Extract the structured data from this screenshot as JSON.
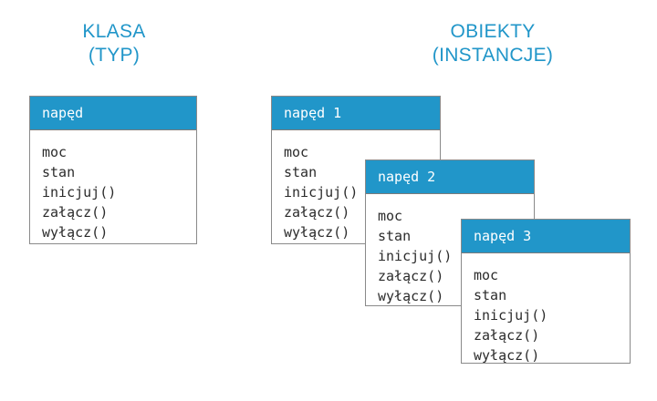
{
  "diagram": {
    "background_color": "#ffffff",
    "accent_color": "#2196c9",
    "border_color": "#8a8a8a",
    "header_text_color": "#ffffff",
    "body_text_color": "#2b2b2b",
    "columns": [
      {
        "id": "class",
        "title_line1": "KLASA",
        "title_line2": "(TYP)"
      },
      {
        "id": "objects",
        "title_line1": "OBIEKTY",
        "title_line2": "(INSTANCJE)"
      }
    ],
    "class_box": {
      "name": "napęd",
      "members": [
        "moc",
        "stan",
        "inicjuj()",
        "załącz()",
        "wyłącz()"
      ]
    },
    "instance_boxes": [
      {
        "name": "napęd 1",
        "members": [
          "moc",
          "stan",
          "inicjuj()",
          "załącz()",
          "wyłącz()"
        ]
      },
      {
        "name": "napęd 2",
        "members": [
          "moc",
          "stan",
          "inicjuj()",
          "załącz()",
          "wyłącz()"
        ]
      },
      {
        "name": "napęd 3",
        "members": [
          "moc",
          "stan",
          "inicjuj()",
          "załącz()",
          "wyłącz()"
        ]
      }
    ]
  }
}
